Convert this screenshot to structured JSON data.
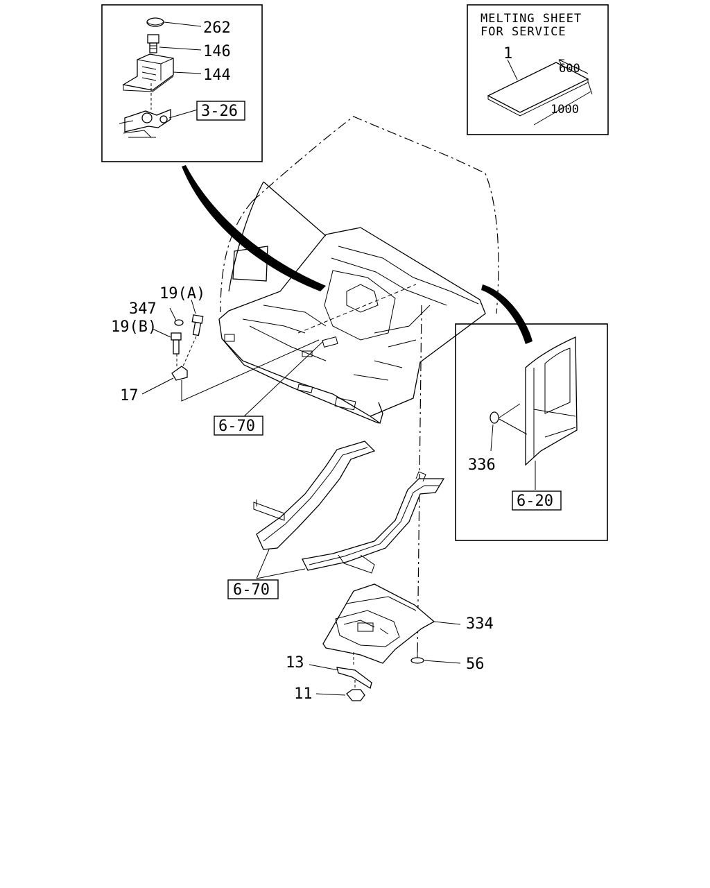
{
  "callouts": {
    "c262": "262",
    "c146": "146",
    "c144": "144",
    "c19a": "19(A)",
    "c347": "347",
    "c19b": "19(B)",
    "c17": "17",
    "c336": "336",
    "c334": "334",
    "c56": "56",
    "c13": "13",
    "c11": "11",
    "c1": "1"
  },
  "references": {
    "r326": "3-26",
    "r670_top": "6-70",
    "r670_bottom": "6-70",
    "r620": "6-20"
  },
  "note": {
    "line1": "MELTING SHEET",
    "line2": "FOR SERVICE",
    "dim_width": "600",
    "dim_length": "1000"
  }
}
